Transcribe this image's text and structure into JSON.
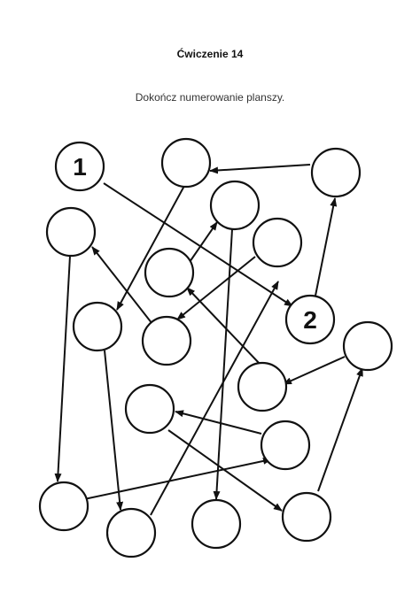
{
  "page": {
    "title": "Ćwiczenie 14",
    "instruction": "Dokończ numerowanie planszy."
  },
  "board": {
    "labels": {
      "n1": "1",
      "n2": "2"
    }
  }
}
